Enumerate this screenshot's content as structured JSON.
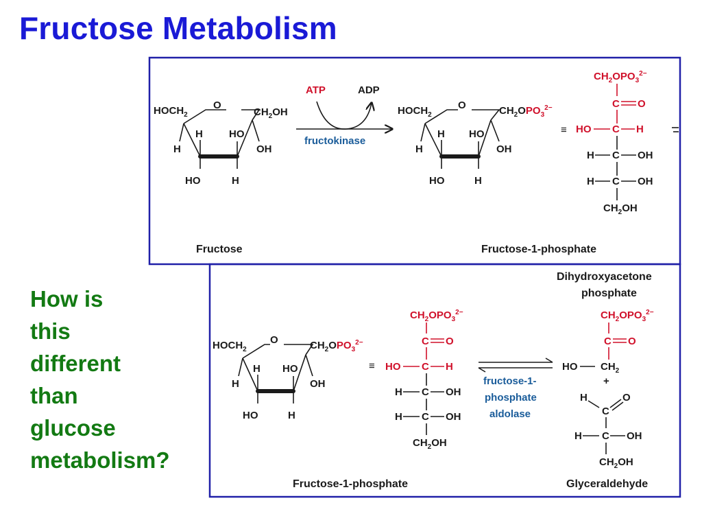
{
  "slide": {
    "title": "Fructose Metabolism",
    "question": [
      "How is",
      "this",
      "different",
      "than",
      "glucose",
      "metabolism?"
    ]
  },
  "panel1": {
    "reactant_label": "Fructose",
    "product_label": "Fructose-1-phosphate",
    "atp": "ATP",
    "adp": "ADP",
    "enzyme": "fructokinase"
  },
  "panel2": {
    "reactant_label": "Fructose-1-phosphate",
    "product_top_label_1": "Dihydroxyacetone",
    "product_top_label_2": "phosphate",
    "product_bottom_label": "Glyceraldehyde",
    "enzyme_1": "fructose-1-",
    "enzyme_2": "phosphate",
    "enzyme_3": "aldolase",
    "plus": "+"
  },
  "colors": {
    "title": "#1a1ad6",
    "question": "#137a13",
    "frame": "#2020a8",
    "phosphate_red": "#d0102a",
    "enzyme_blue": "#1a5c9a"
  }
}
